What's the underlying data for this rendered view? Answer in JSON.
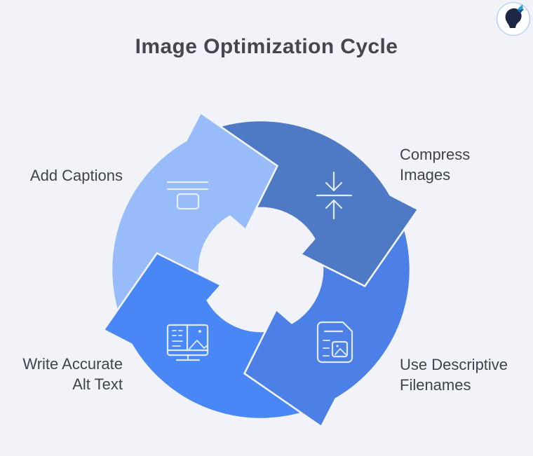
{
  "title": "Image Optimization Cycle",
  "colors": {
    "background": "#F1F3F9",
    "title_text": "#46464E",
    "label_text": "#3F434B",
    "icon_stroke": "#F3F7FF",
    "logo_silhouette": "#1E2746",
    "logo_butterfly": "#2E9ED9",
    "logo_ring": "#B9D2F4"
  },
  "cycle": {
    "direction": "clockwise",
    "steps": [
      {
        "name": "add-captions",
        "label": "Add Captions",
        "icon": "caption-lines-box-icon",
        "color": "#97BCF9",
        "position": "top-left"
      },
      {
        "name": "compress-images",
        "label": "Compress\nImages",
        "icon": "compress-vertical-arrows-icon",
        "color": "#4E79C4",
        "position": "top-right"
      },
      {
        "name": "use-descriptive-filenames",
        "label": "Use Descriptive\nFilenames",
        "icon": "image-document-icon",
        "color": "#4C80E6",
        "position": "bottom-right"
      },
      {
        "name": "write-accurate-alt-text",
        "label": "Write Accurate\nAlt Text",
        "icon": "monitor-image-icon",
        "color": "#4887F5",
        "position": "bottom-left"
      }
    ]
  },
  "brand": {
    "logo": "head-with-butterfly-logo"
  }
}
